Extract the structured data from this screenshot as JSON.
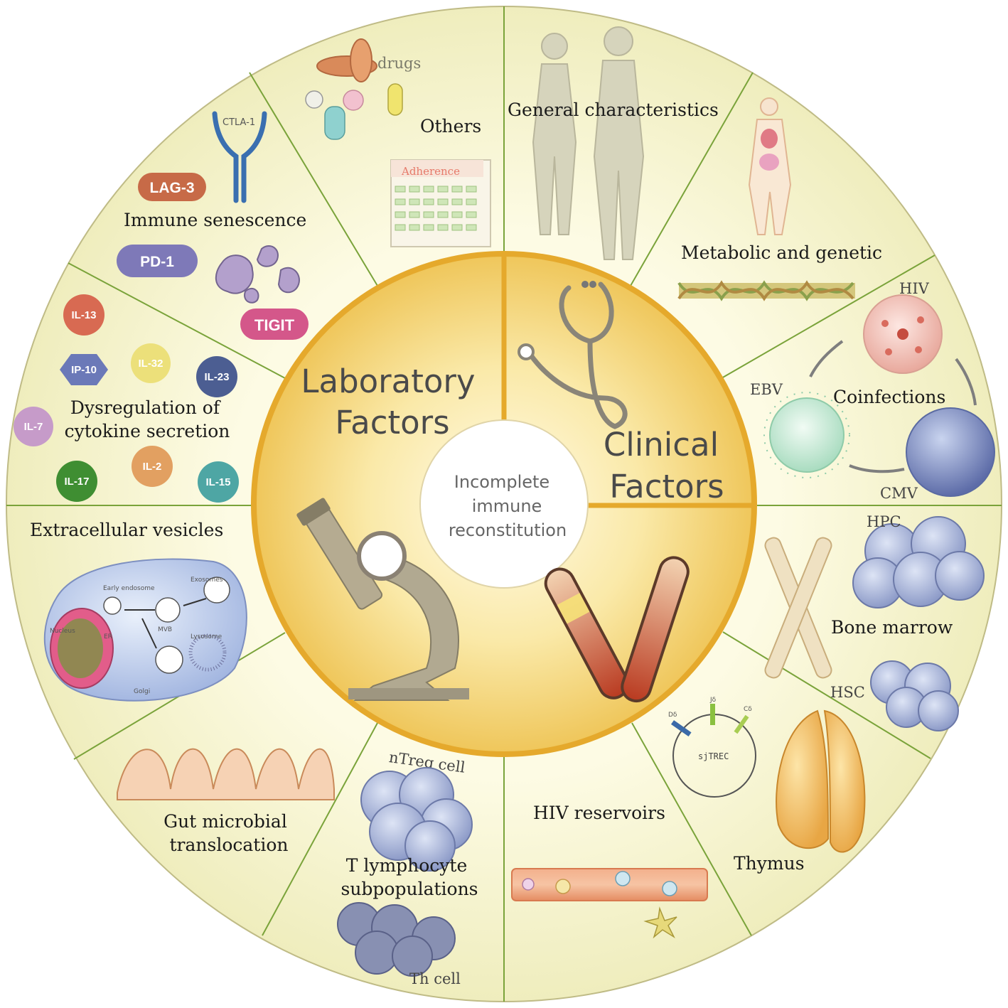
{
  "center": {
    "lines": [
      "Incomplete",
      "immune",
      "reconstitution"
    ]
  },
  "quadrants": {
    "laboratory": {
      "lines": [
        "Laboratory",
        "Factors"
      ]
    },
    "clinical": {
      "lines": [
        "Clinical",
        "Factors"
      ]
    }
  },
  "segments": {
    "general": "General characteristics",
    "metabolic": "Metabolic and genetic",
    "coinfections": "Coinfections",
    "bone_marrow": "Bone marrow",
    "thymus": "Thymus",
    "hiv_reservoirs": "HIV reservoirs",
    "t_lymph": [
      "T lymphocyte",
      "subpopulations"
    ],
    "gut": [
      "Gut microbial",
      "translocation"
    ],
    "ev": "Extracellular vesicles",
    "cytokine": [
      "Dysregulation of",
      "cytokine secretion"
    ],
    "immune_sen": "Immune senescence",
    "others": "Others"
  },
  "sublabels": {
    "drugs": "drugs",
    "adherence": "Adherence",
    "hiv": "HIV",
    "ebv": "EBV",
    "cmv": "CMV",
    "hpc": "HPC",
    "hsc": "HSC",
    "sjtrec": "sjTREC",
    "d_delta": "Dδ",
    "j_delta": "Jδ",
    "c_delta": "Cδ",
    "ntreg": "nTreg cell",
    "th": "Th cell",
    "ctla": "CTLA-1",
    "lag3": "LAG-3",
    "pd1": "PD-1",
    "tigit": "TIGIT"
  },
  "ev_parts": [
    "Early endosome",
    "Exosomes",
    "Nucleus",
    "ER",
    "MVB",
    "Lysosome",
    "Golgi"
  ],
  "cytokines": [
    "IL-13",
    "IP-10",
    "IL-32",
    "IL-23",
    "IL-7",
    "IL-17",
    "IL-2",
    "IL-15"
  ],
  "colors": {
    "outer_ring": "#f3f0c4",
    "divider": "#7aa33a",
    "inner_gold": "#e8b43c",
    "inner_fill": "#f5d776",
    "center_circle": "#ffffff"
  },
  "icons": [
    "microscope-icon",
    "stethoscope-icon",
    "test-tubes-icon",
    "virus-icon",
    "bone-icon",
    "thymus-icon",
    "calendar-icon",
    "dna-icon",
    "human-silhouette-icon",
    "pills-icon",
    "blood-vessel-icon",
    "intestine-icon",
    "cell-cluster-icon",
    "receptor-icon"
  ]
}
